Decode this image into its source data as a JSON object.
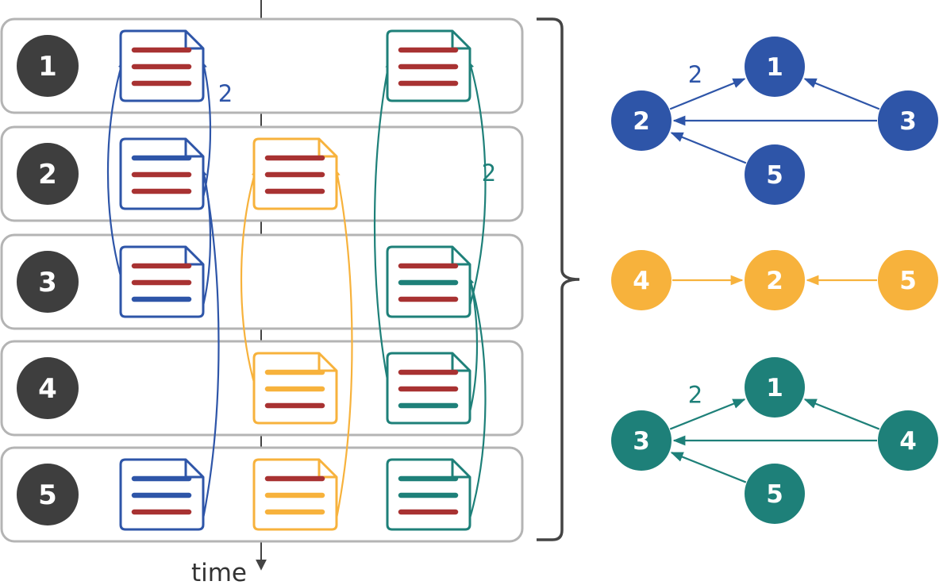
{
  "colors": {
    "blue": "#2e55a8",
    "yellow": "#f7b23c",
    "teal": "#1e8079",
    "red": "#a83232",
    "badge": "#3e3e3e",
    "row_border": "#b4b4b4",
    "axis": "#444444"
  },
  "time_axis": {
    "label": "time"
  },
  "rows": [
    {
      "id": 1,
      "label": "1"
    },
    {
      "id": 2,
      "label": "2"
    },
    {
      "id": 3,
      "label": "3"
    },
    {
      "id": 4,
      "label": "4"
    },
    {
      "id": 5,
      "label": "5"
    }
  ],
  "documents": [
    {
      "row": 1,
      "column": "blue",
      "lines": [
        "red",
        "red",
        "red"
      ]
    },
    {
      "row": 2,
      "column": "blue",
      "lines": [
        "blue",
        "red",
        "red"
      ]
    },
    {
      "row": 3,
      "column": "blue",
      "lines": [
        "red",
        "red",
        "blue"
      ]
    },
    {
      "row": 5,
      "column": "blue",
      "lines": [
        "blue",
        "blue",
        "red"
      ]
    },
    {
      "row": 2,
      "column": "yellow",
      "lines": [
        "red",
        "red",
        "red"
      ]
    },
    {
      "row": 4,
      "column": "yellow",
      "lines": [
        "yellow",
        "yellow",
        "red"
      ]
    },
    {
      "row": 5,
      "column": "yellow",
      "lines": [
        "red",
        "yellow",
        "yellow"
      ]
    },
    {
      "row": 1,
      "column": "teal",
      "lines": [
        "red",
        "red",
        "red"
      ]
    },
    {
      "row": 3,
      "column": "teal",
      "lines": [
        "red",
        "teal",
        "red"
      ]
    },
    {
      "row": 4,
      "column": "teal",
      "lines": [
        "red",
        "red",
        "teal"
      ]
    },
    {
      "row": 5,
      "column": "teal",
      "lines": [
        "teal",
        "teal",
        "red"
      ]
    }
  ],
  "flow_links": [
    {
      "column": "blue",
      "from_row": 3,
      "to_row": 1,
      "label": ""
    },
    {
      "column": "blue",
      "from_row": 2,
      "to_row": 1,
      "label": "2"
    },
    {
      "column": "blue",
      "from_row": 3,
      "to_row": 2,
      "label": ""
    },
    {
      "column": "blue",
      "from_row": 5,
      "to_row": 2,
      "label": ""
    },
    {
      "column": "yellow",
      "from_row": 4,
      "to_row": 2,
      "label": ""
    },
    {
      "column": "yellow",
      "from_row": 5,
      "to_row": 2,
      "label": ""
    },
    {
      "column": "teal",
      "from_row": 4,
      "to_row": 1,
      "label": ""
    },
    {
      "column": "teal",
      "from_row": 3,
      "to_row": 1,
      "label": "2"
    },
    {
      "column": "teal",
      "from_row": 4,
      "to_row": 3,
      "label": ""
    },
    {
      "column": "teal",
      "from_row": 5,
      "to_row": 3,
      "label": ""
    }
  ],
  "graphs": [
    {
      "color": "blue",
      "nodes": [
        {
          "id": "b1",
          "label": "1"
        },
        {
          "id": "b2",
          "label": "2"
        },
        {
          "id": "b3",
          "label": "3"
        },
        {
          "id": "b5",
          "label": "5"
        }
      ],
      "edges": [
        {
          "from": "b2",
          "to": "b1",
          "label": "2"
        },
        {
          "from": "b3",
          "to": "b1",
          "label": ""
        },
        {
          "from": "b3",
          "to": "b2",
          "label": ""
        },
        {
          "from": "b5",
          "to": "b2",
          "label": ""
        }
      ]
    },
    {
      "color": "yellow",
      "nodes": [
        {
          "id": "y4",
          "label": "4"
        },
        {
          "id": "y2",
          "label": "2"
        },
        {
          "id": "y5",
          "label": "5"
        }
      ],
      "edges": [
        {
          "from": "y4",
          "to": "y2",
          "label": ""
        },
        {
          "from": "y5",
          "to": "y2",
          "label": ""
        }
      ]
    },
    {
      "color": "teal",
      "nodes": [
        {
          "id": "t1",
          "label": "1"
        },
        {
          "id": "t3",
          "label": "3"
        },
        {
          "id": "t4",
          "label": "4"
        },
        {
          "id": "t5",
          "label": "5"
        }
      ],
      "edges": [
        {
          "from": "t3",
          "to": "t1",
          "label": "2"
        },
        {
          "from": "t4",
          "to": "t1",
          "label": ""
        },
        {
          "from": "t4",
          "to": "t3",
          "label": ""
        },
        {
          "from": "t5",
          "to": "t3",
          "label": ""
        }
      ]
    }
  ]
}
